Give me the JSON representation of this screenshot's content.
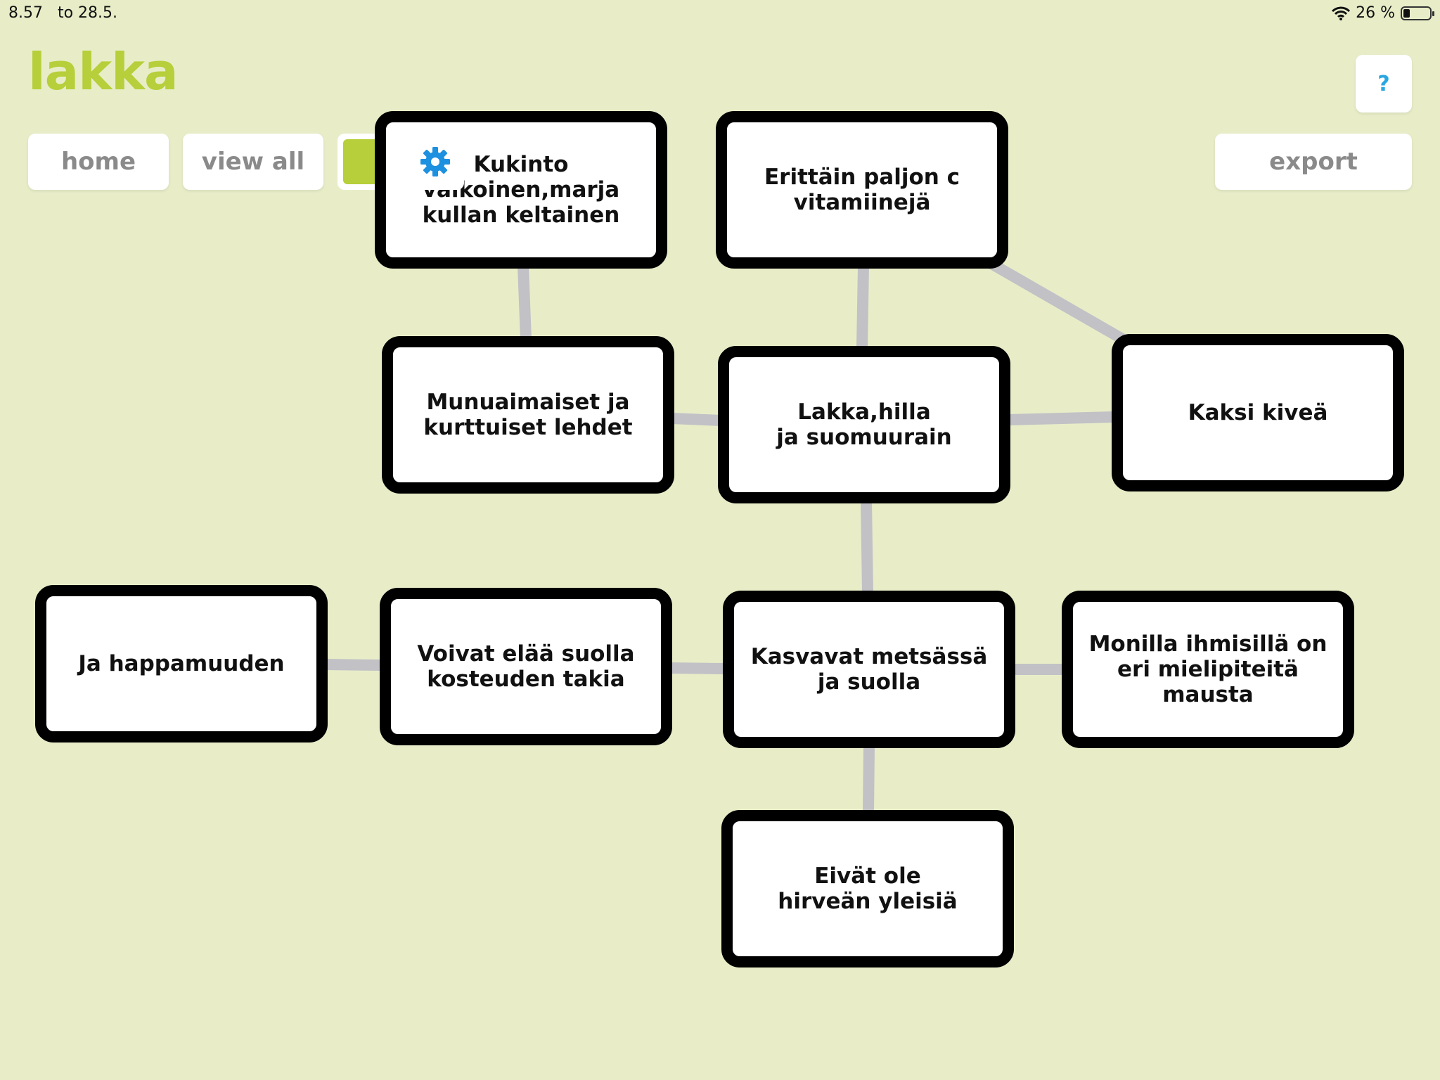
{
  "status_bar": {
    "time": "8.57",
    "date": "to 28.5.",
    "battery": "26 %"
  },
  "app": {
    "logo": "lakka",
    "accent": "#b6cf3a"
  },
  "toolbar": {
    "home": "home",
    "view_all": "view all",
    "help": "?",
    "export": "export"
  },
  "nodes": [
    {
      "id": "kukinto",
      "text": "Kukinto\nvalkoinen,marja\nkullan keltainen"
    },
    {
      "id": "erittain",
      "text": "Erittäin paljon c\nvitamiinejä"
    },
    {
      "id": "munuaimaiset",
      "text": "Munuaimaiset  ja\nkurttuiset lehdet"
    },
    {
      "id": "lakka-hilla",
      "text": "Lakka,hilla\nja suomuurain"
    },
    {
      "id": "kaksi",
      "text": "Kaksi kiveä"
    },
    {
      "id": "ja-happamuuden",
      "text": "Ja happamuuden"
    },
    {
      "id": "voivat",
      "text": "Voivat elää suolla\nkosteuden takia"
    },
    {
      "id": "kasvavat",
      "text": "Kasvavat metsässä\nja suolla"
    },
    {
      "id": "monilla",
      "text": "Monilla ihmisillä on\neri mielipiteitä\nmausta"
    },
    {
      "id": "eivat",
      "text": "Eivät ole\nhirveän yleisiä"
    }
  ]
}
